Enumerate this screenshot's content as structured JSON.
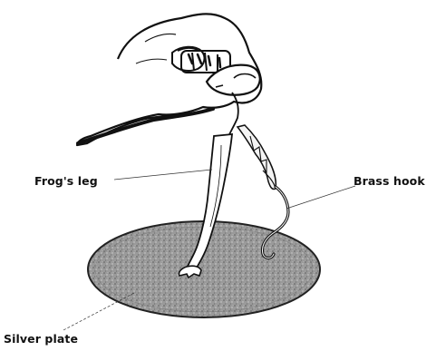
{
  "labels": {
    "frogs_leg": "Frog's leg",
    "brass_hook": "Brass hook",
    "silver_plate": "Silver plate"
  },
  "colors": {
    "ink": "#111111",
    "plate": "#8f8f8f",
    "paper": "#ffffff"
  }
}
